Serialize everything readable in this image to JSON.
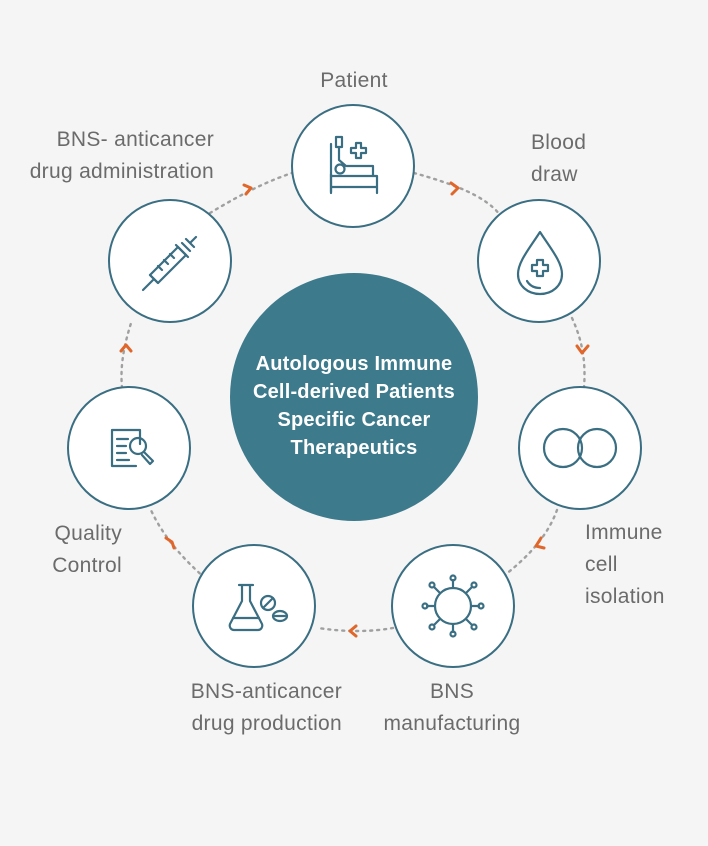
{
  "center": {
    "lines": [
      "Autologous Immune",
      "Cell-derived Patients",
      "Specific Cancer",
      "Therapeutics"
    ]
  },
  "steps": [
    {
      "id": "patient",
      "lines": [
        "Patient"
      ],
      "icon": "patient-bed-icon"
    },
    {
      "id": "blood-draw",
      "lines": [
        "Blood",
        "draw"
      ],
      "icon": "blood-drop-icon"
    },
    {
      "id": "immune-cell-isolation",
      "lines": [
        "Immune",
        "cell",
        "isolation"
      ],
      "icon": "cells-icon"
    },
    {
      "id": "bns-manufacturing",
      "lines": [
        "BNS",
        "manufacturing"
      ],
      "icon": "virus-icon"
    },
    {
      "id": "bns-anticancer-drug-production",
      "lines": [
        "BNS-anticancer",
        "drug production"
      ],
      "icon": "flask-pill-icon"
    },
    {
      "id": "quality-control",
      "lines": [
        "Quality",
        "Control"
      ],
      "icon": "document-search-icon"
    },
    {
      "id": "bns-anticancer-drug-administration",
      "lines": [
        "BNS- anticancer",
        "drug administration"
      ],
      "icon": "syringe-icon"
    }
  ],
  "colors": {
    "node_stroke": "#3a6e82",
    "center_fill": "#3d7a8c",
    "arrow": "#e0662a",
    "dots": "#a0a0a0",
    "label": "#6b6b6b",
    "background": "#f5f5f5"
  }
}
